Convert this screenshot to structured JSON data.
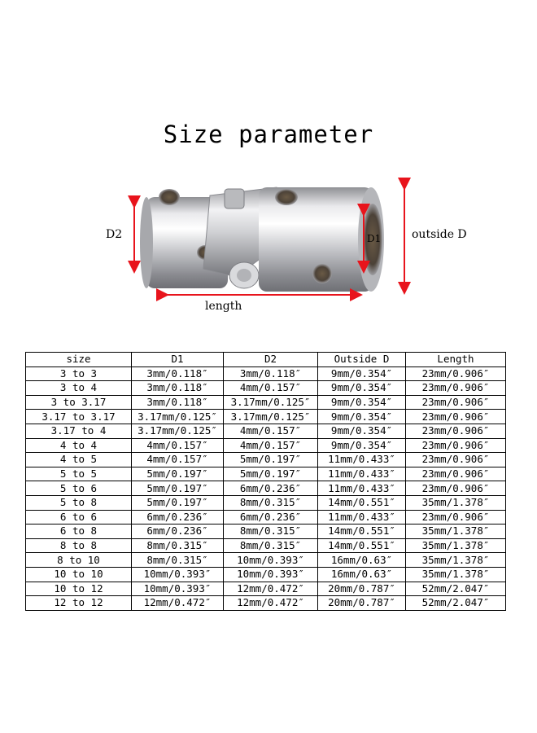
{
  "title": "Size parameter",
  "figure": {
    "labels": {
      "d2": "D2",
      "d1": "D1",
      "outside_d": "outside D",
      "length": "length"
    },
    "colors": {
      "arrow": "#e8141c",
      "metal": "#c9c9cc"
    }
  },
  "table": {
    "headers": [
      "size",
      "D1",
      "D2",
      "Outside D",
      "Length"
    ],
    "rows": [
      [
        "3 to 3",
        "3mm/0.118″",
        "3mm/0.118″",
        "9mm/0.354″",
        "23mm/0.906″"
      ],
      [
        "3 to 4",
        "3mm/0.118″",
        "4mm/0.157″",
        "9mm/0.354″",
        "23mm/0.906″"
      ],
      [
        "3 to 3.17",
        "3mm/0.118″",
        "3.17mm/0.125″",
        "9mm/0.354″",
        "23mm/0.906″"
      ],
      [
        "3.17 to 3.17",
        "3.17mm/0.125″",
        "3.17mm/0.125″",
        "9mm/0.354″",
        "23mm/0.906″"
      ],
      [
        "3.17 to 4",
        "3.17mm/0.125″",
        "4mm/0.157″",
        "9mm/0.354″",
        "23mm/0.906″"
      ],
      [
        "4 to 4",
        "4mm/0.157″",
        "4mm/0.157″",
        "9mm/0.354″",
        "23mm/0.906″"
      ],
      [
        "4 to 5",
        "4mm/0.157″",
        "5mm/0.197″",
        "11mm/0.433″",
        "23mm/0.906″"
      ],
      [
        "5 to 5",
        "5mm/0.197″",
        "5mm/0.197″",
        "11mm/0.433″",
        "23mm/0.906″"
      ],
      [
        "5 to 6",
        "5mm/0.197″",
        "6mm/0.236″",
        "11mm/0.433″",
        "23mm/0.906″"
      ],
      [
        "5 to 8",
        "5mm/0.197″",
        "8mm/0.315″",
        "14mm/0.551″",
        "35mm/1.378″"
      ],
      [
        "6 to 6",
        "6mm/0.236″",
        "6mm/0.236″",
        "11mm/0.433″",
        "23mm/0.906″"
      ],
      [
        "6 to 8",
        "6mm/0.236″",
        "8mm/0.315″",
        "14mm/0.551″",
        "35mm/1.378″"
      ],
      [
        "8 to 8",
        "8mm/0.315″",
        "8mm/0.315″",
        "14mm/0.551″",
        "35mm/1.378″"
      ],
      [
        "8 to 10",
        "8mm/0.315″",
        "10mm/0.393″",
        "16mm/0.63″",
        "35mm/1.378″"
      ],
      [
        "10 to 10",
        "10mm/0.393″",
        "10mm/0.393″",
        "16mm/0.63″",
        "35mm/1.378″"
      ],
      [
        "10 to 12",
        "10mm/0.393″",
        "12mm/0.472″",
        "20mm/0.787″",
        "52mm/2.047″"
      ],
      [
        "12 to 12",
        "12mm/0.472″",
        "12mm/0.472″",
        "20mm/0.787″",
        "52mm/2.047″"
      ]
    ]
  }
}
